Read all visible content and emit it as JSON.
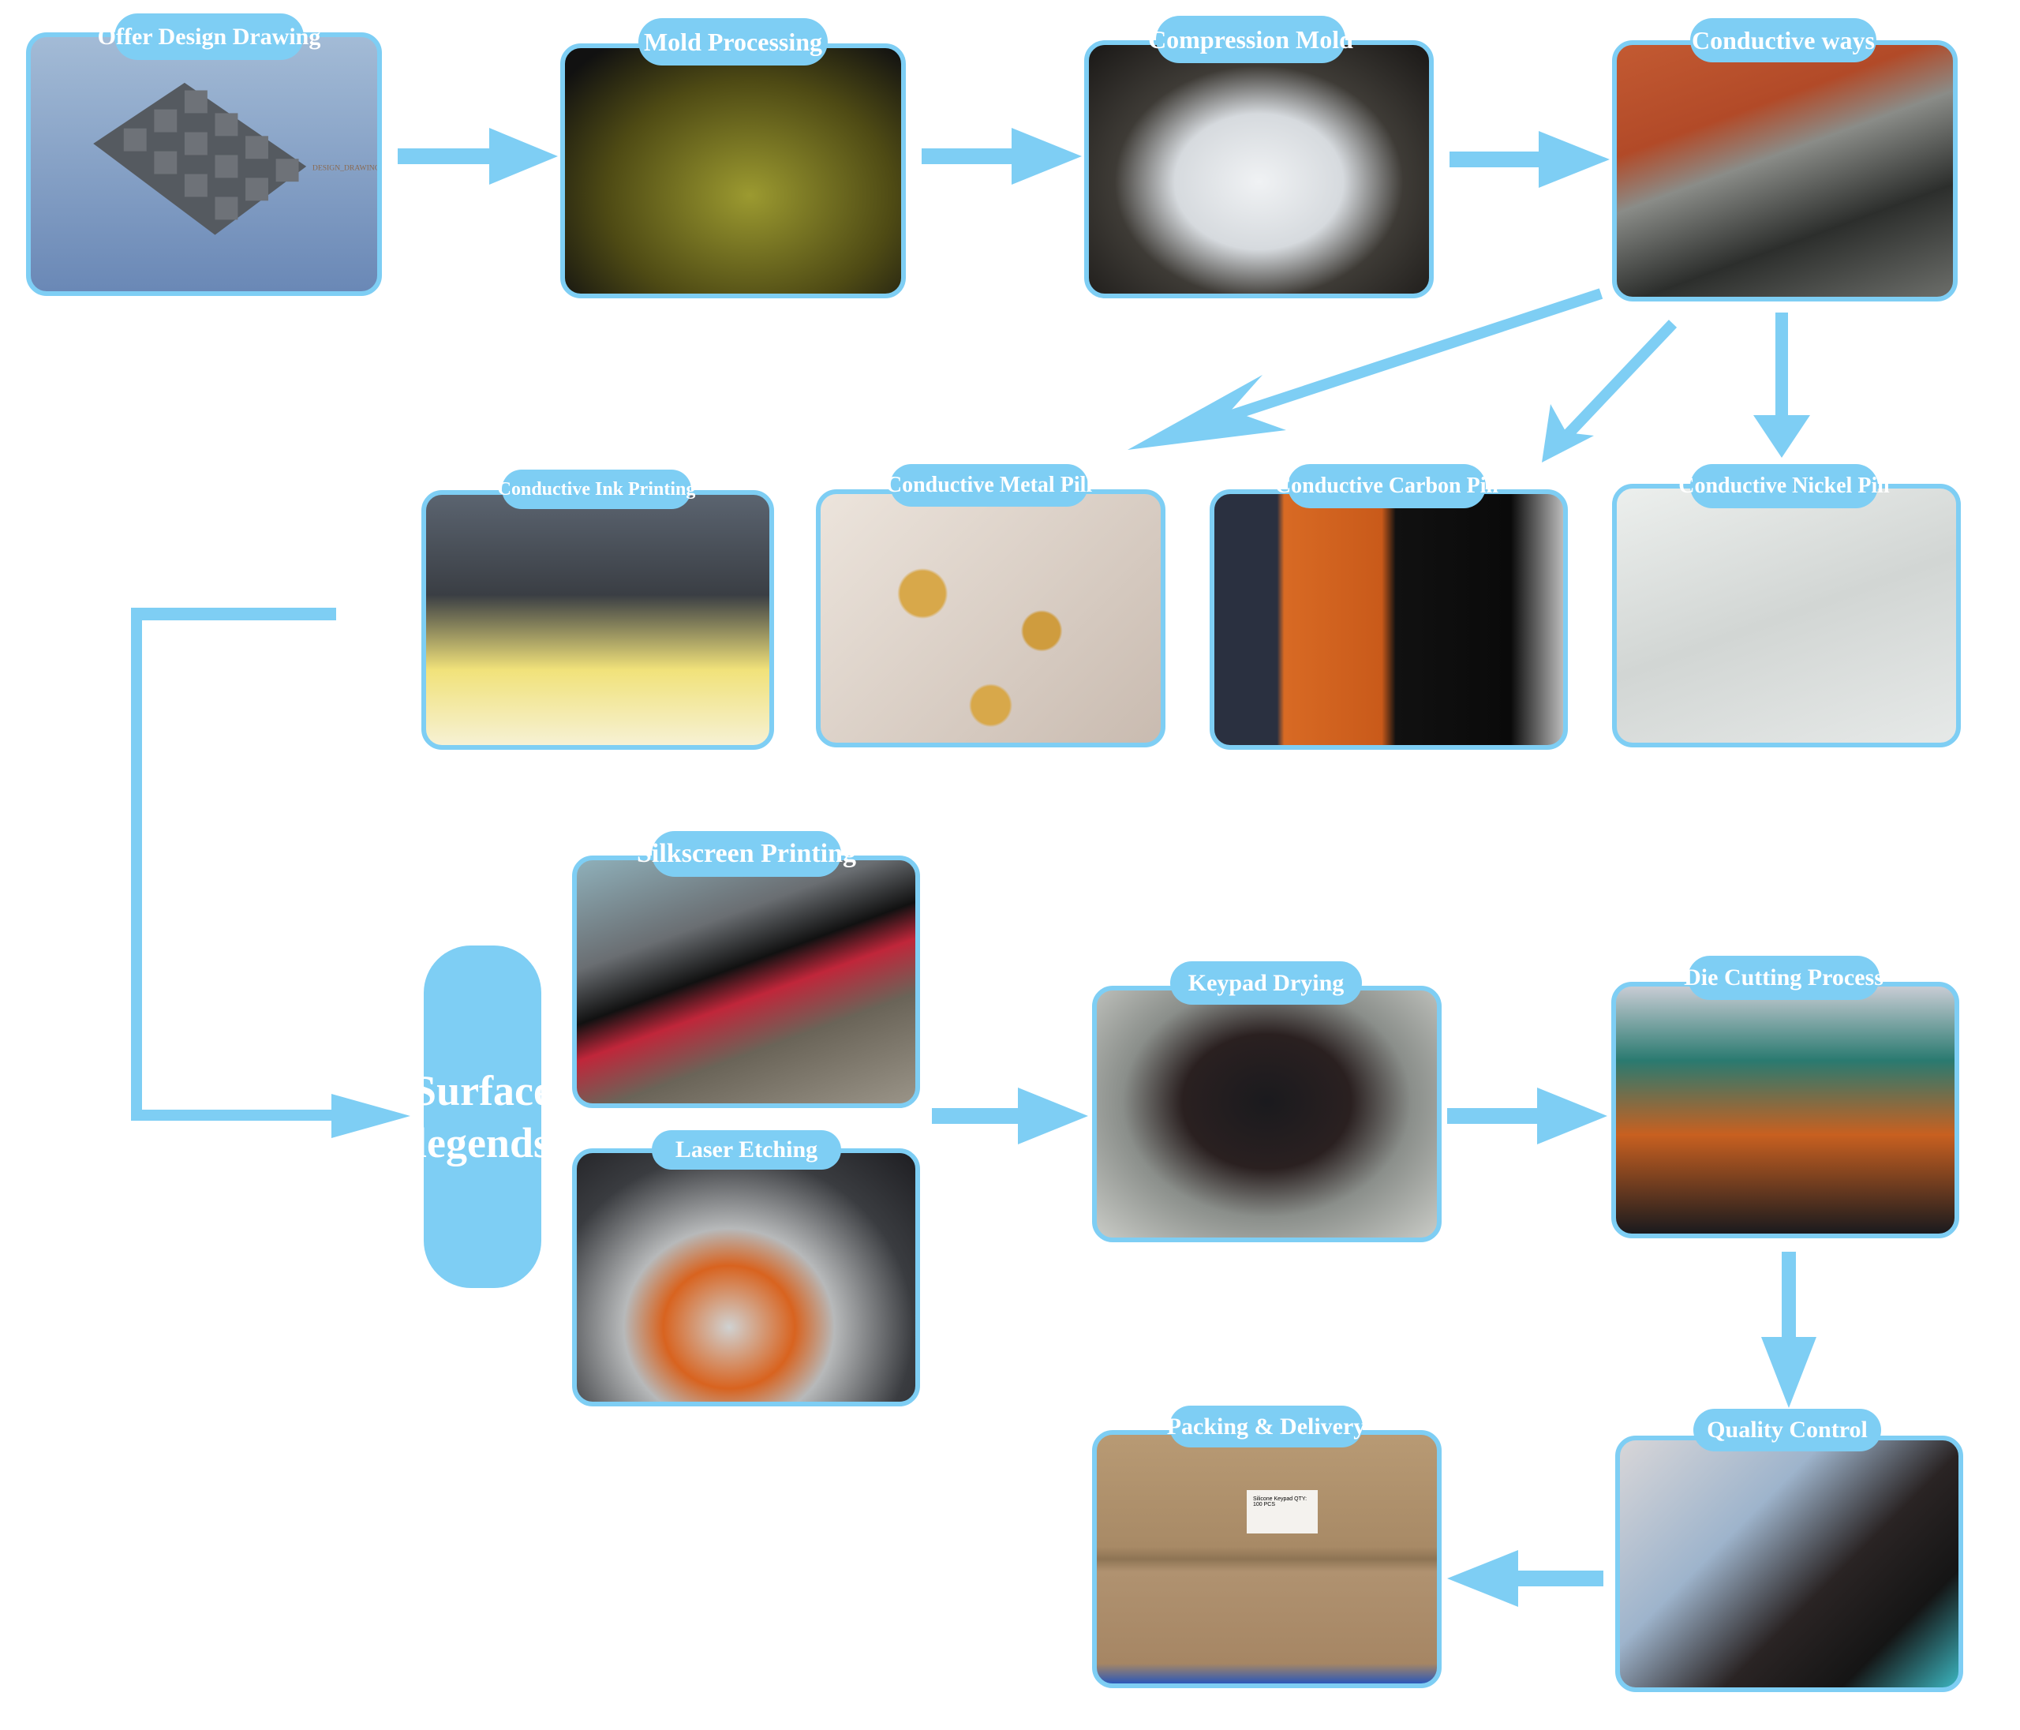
{
  "accent_color": "#7ecef4",
  "steps": {
    "offer_design_drawing": {
      "label": "Offer Design Drawing",
      "annotation": "DESIGN_DRAWING"
    },
    "mold_processing": {
      "label": "Mold Processing"
    },
    "compression_mold": {
      "label": "Compression Mold"
    },
    "conductive_ways": {
      "label": "Conductive ways"
    },
    "conductive_ink_printing": {
      "label": "Conductive Ink Printing"
    },
    "conductive_metal_pill": {
      "label": "Conductive Metal Pill"
    },
    "conductive_carbon_pill": {
      "label": "Conductive Carbon Pill"
    },
    "conductive_nickel_pill": {
      "label": "Conductive Nickel Pill"
    },
    "surface_legends": {
      "label": "Surface legends"
    },
    "silkscreen_printing": {
      "label": "Silkscreen Printing"
    },
    "laser_etching": {
      "label": "Laser Etching"
    },
    "keypad_drying": {
      "label": "Keypad Drying"
    },
    "die_cutting_process": {
      "label": "Die Cutting Process"
    },
    "quality_control": {
      "label": "Quality Control"
    },
    "packing_delivery": {
      "label": "Packing & Delivery",
      "box_label": "Silicone Keypad QTY: 100 PCS"
    }
  }
}
